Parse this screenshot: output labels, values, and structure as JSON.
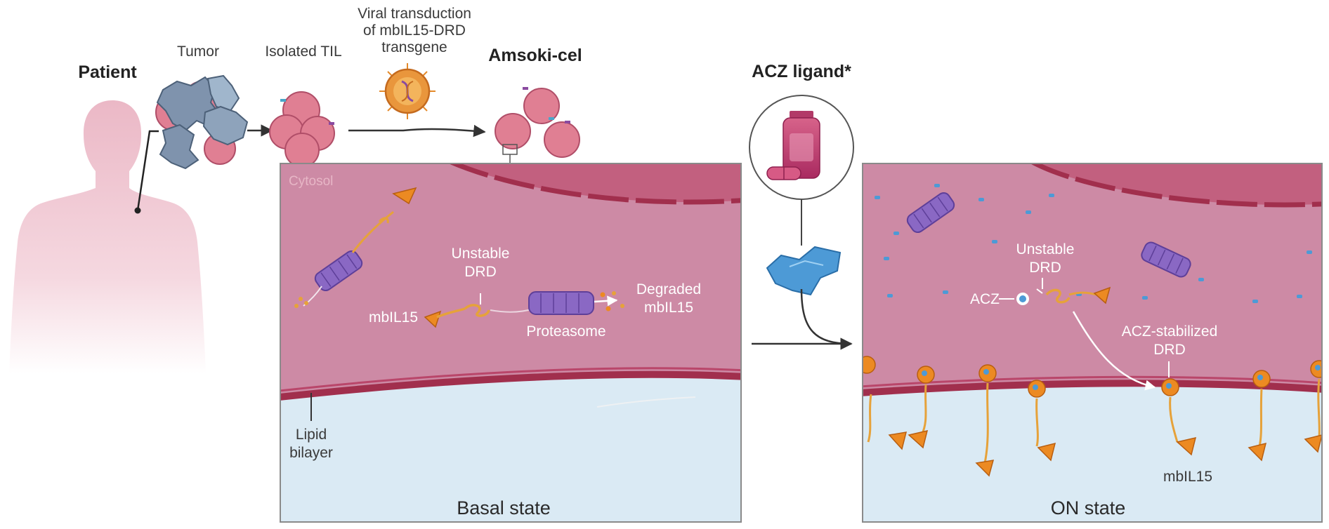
{
  "labels": {
    "patient": "Patient",
    "tumor": "Tumor",
    "isolated_til": "Isolated TIL",
    "viral_line1": "Viral transduction",
    "viral_line2": "of mbIL15-DRD",
    "viral_line3": "transgene",
    "amsoki_cel": "Amsoki-cel",
    "acz_ligand": "ACZ ligand*",
    "cytosol": "Cytosol",
    "basal": {
      "unstable_line1": "Unstable",
      "unstable_line2": "DRD",
      "mbil15": "mbIL15",
      "proteasome": "Proteasome",
      "degraded_line1": "Degraded",
      "degraded_line2": "mbIL15",
      "lipid_line1": "Lipid",
      "lipid_line2": "bilayer",
      "state": "Basal state"
    },
    "on": {
      "unstable_line1": "Unstable",
      "unstable_line2": "DRD",
      "acz": "ACZ",
      "stabilized_line1": "ACZ-stabilized",
      "stabilized_line2": "DRD",
      "mbil15": "mbIL15",
      "state": "ON state"
    }
  },
  "colors": {
    "cytosol": "#cd8aa5",
    "nucleus": "#c2607f",
    "membrane": "#a12f4d",
    "extracellular": "#daeaf4",
    "proteasome": "#8a68c4",
    "mbil15": "#ec8a22",
    "acz": "#4d9ad6",
    "cell": "#e07f93",
    "tumor": "#7f93ad"
  }
}
